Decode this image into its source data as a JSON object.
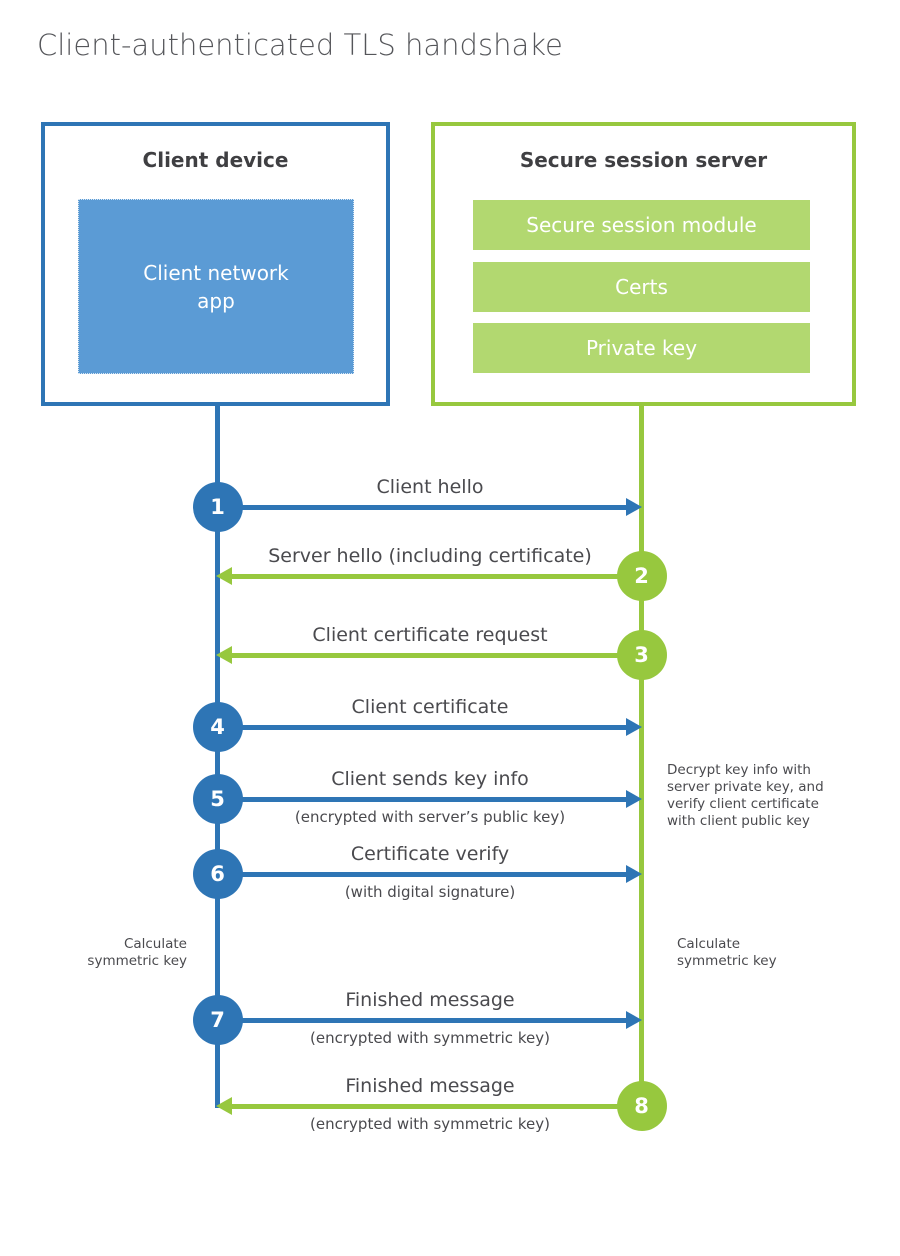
{
  "page": {
    "title": "Client-authenticated TLS handshake"
  },
  "colors": {
    "blue": "#2E75B5",
    "blue_light": "#5B9BD5",
    "green": "#97C83E",
    "green_light": "#B2D870",
    "text_dark": "#3F3F42",
    "text_gray": "#4A4A4E",
    "title_gray": "#55565A"
  },
  "actors": {
    "client": {
      "title": "Client device",
      "component_lines": [
        "Client network",
        "app"
      ]
    },
    "server": {
      "title": "Secure session server",
      "components": [
        "Secure session module",
        "Certs",
        "Private key"
      ]
    }
  },
  "steps": [
    {
      "number": "1",
      "label": "Client hello",
      "sublabel": "",
      "from": "client"
    },
    {
      "number": "2",
      "label": "Server hello (including certificate)",
      "sublabel": "",
      "from": "server"
    },
    {
      "number": "3",
      "label": "Client certificate request",
      "sublabel": "",
      "from": "server"
    },
    {
      "number": "4",
      "label": "Client certificate",
      "sublabel": "",
      "from": "client"
    },
    {
      "number": "5",
      "label": "Client sends key info",
      "sublabel": "(encrypted with server’s public key)",
      "from": "client"
    },
    {
      "number": "6",
      "label": "Certificate verify",
      "sublabel": "(with digital signature)",
      "from": "client"
    },
    {
      "number": "7",
      "label": "Finished message",
      "sublabel": "(encrypted with symmetric key)",
      "from": "client"
    },
    {
      "number": "8",
      "label": "Finished message",
      "sublabel": "(encrypted with symmetric key)",
      "from": "server"
    }
  ],
  "annotations": {
    "server_note_lines": [
      "Decrypt key info with",
      "server private key, and",
      "verify client certificate",
      "with client public key"
    ],
    "calc_left_lines": [
      "Calculate",
      "symmetric key"
    ],
    "calc_right_lines": [
      "Calculate",
      "symmetric key"
    ]
  }
}
